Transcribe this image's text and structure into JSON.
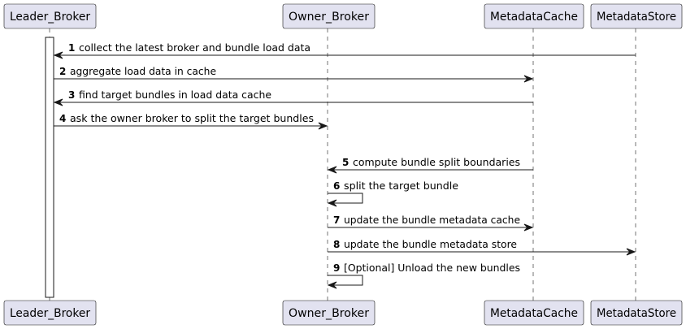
{
  "participants": [
    {
      "id": "leader",
      "name": "Leader_Broker"
    },
    {
      "id": "owner",
      "name": "Owner_Broker"
    },
    {
      "id": "cache",
      "name": "MetadataCache"
    },
    {
      "id": "store",
      "name": "MetadataStore"
    }
  ],
  "messages": [
    {
      "num": "1",
      "text": "collect the latest broker and bundle load data",
      "from": "store",
      "to": "leader"
    },
    {
      "num": "2",
      "text": "aggregate load data in cache",
      "from": "leader",
      "to": "cache"
    },
    {
      "num": "3",
      "text": "find target bundles in load data cache",
      "from": "cache",
      "to": "leader"
    },
    {
      "num": "4",
      "text": "ask the owner broker to split the target bundles",
      "from": "leader",
      "to": "owner"
    },
    {
      "num": "5",
      "text": "compute bundle split boundaries",
      "from": "cache",
      "to": "owner"
    },
    {
      "num": "6",
      "text": "split the target bundle",
      "from": "owner",
      "to": "owner"
    },
    {
      "num": "7",
      "text": "update the bundle metadata cache",
      "from": "owner",
      "to": "cache"
    },
    {
      "num": "8",
      "text": "update the bundle metadata store",
      "from": "owner",
      "to": "store"
    },
    {
      "num": "9",
      "text": "[Optional] Unload the new bundles",
      "from": "owner",
      "to": "owner"
    }
  ]
}
